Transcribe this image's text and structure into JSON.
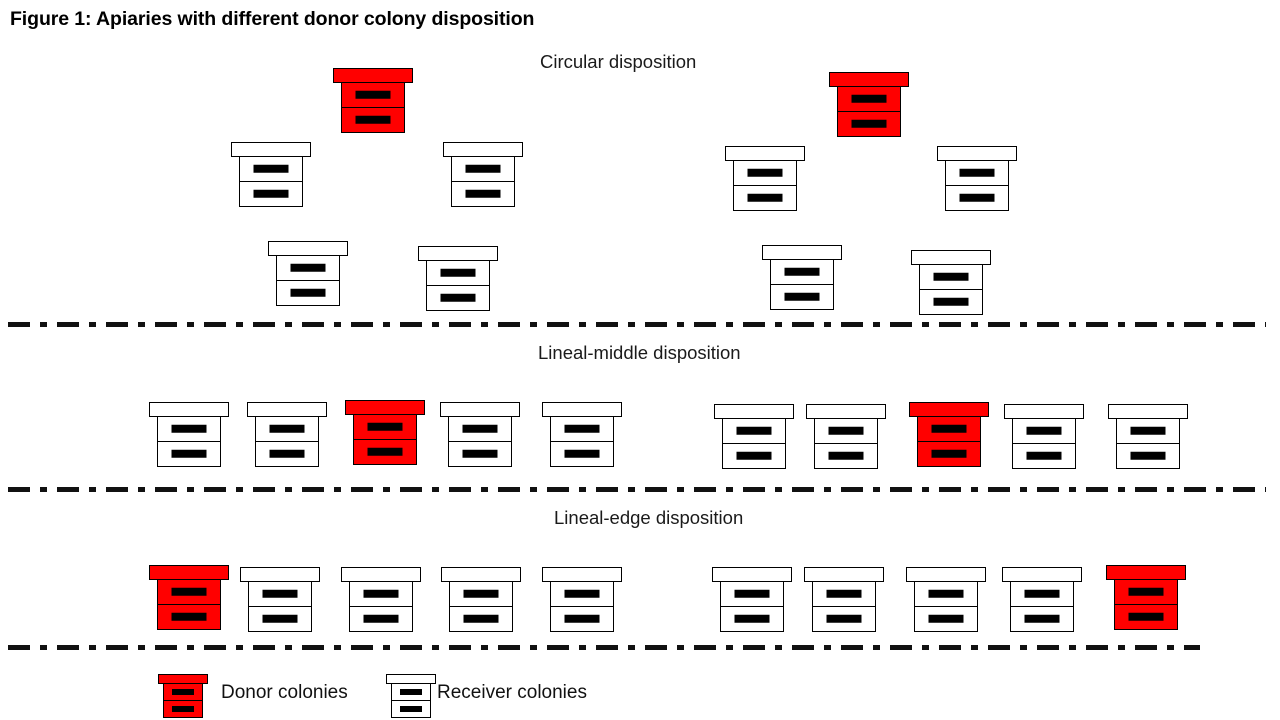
{
  "figure": {
    "title": "Figure 1: Apiaries with different donor colony disposition",
    "background": "#ffffff",
    "donor_color": "#FF0000",
    "receiver_color": "#FFFFFF",
    "outline_color": "#000000"
  },
  "sections": [
    {
      "id": "circular",
      "label": "Circular disposition"
    },
    {
      "id": "lineal-middle",
      "label": "Lineal-middle disposition"
    },
    {
      "id": "lineal-edge",
      "label": "Lineal-edge disposition"
    }
  ],
  "legend": {
    "donor_label": "Donor colonies",
    "receiver_label": "Receiver colonies"
  },
  "chart_data": {
    "type": "diagram",
    "title": "Figure 1: Apiaries with different donor colony disposition",
    "legend": [
      "Donor colonies",
      "Receiver colonies"
    ],
    "groups": [
      {
        "section": "Circular disposition",
        "apiaries": [
          {
            "side": "left",
            "hives": [
              {
                "type": "donor",
                "row": "top",
                "index": 1
              },
              {
                "type": "receiver",
                "row": "middle",
                "index": 2
              },
              {
                "type": "receiver",
                "row": "middle",
                "index": 3
              },
              {
                "type": "receiver",
                "row": "bottom",
                "index": 4
              },
              {
                "type": "receiver",
                "row": "bottom",
                "index": 5
              }
            ]
          },
          {
            "side": "right",
            "hives": [
              {
                "type": "donor",
                "row": "top",
                "index": 1
              },
              {
                "type": "receiver",
                "row": "middle",
                "index": 2
              },
              {
                "type": "receiver",
                "row": "middle",
                "index": 3
              },
              {
                "type": "receiver",
                "row": "bottom",
                "index": 4
              },
              {
                "type": "receiver",
                "row": "bottom",
                "index": 5
              }
            ]
          }
        ]
      },
      {
        "section": "Lineal-middle disposition",
        "apiaries": [
          {
            "side": "left",
            "hives": [
              {
                "type": "receiver",
                "index": 1
              },
              {
                "type": "receiver",
                "index": 2
              },
              {
                "type": "donor",
                "index": 3
              },
              {
                "type": "receiver",
                "index": 4
              },
              {
                "type": "receiver",
                "index": 5
              }
            ]
          },
          {
            "side": "right",
            "hives": [
              {
                "type": "receiver",
                "index": 1
              },
              {
                "type": "receiver",
                "index": 2
              },
              {
                "type": "donor",
                "index": 3
              },
              {
                "type": "receiver",
                "index": 4
              },
              {
                "type": "receiver",
                "index": 5
              }
            ]
          }
        ]
      },
      {
        "section": "Lineal-edge disposition",
        "apiaries": [
          {
            "side": "left",
            "hives": [
              {
                "type": "donor",
                "index": 1
              },
              {
                "type": "receiver",
                "index": 2
              },
              {
                "type": "receiver",
                "index": 3
              },
              {
                "type": "receiver",
                "index": 4
              },
              {
                "type": "receiver",
                "index": 5
              }
            ]
          },
          {
            "side": "right",
            "hives": [
              {
                "type": "receiver",
                "index": 1
              },
              {
                "type": "receiver",
                "index": 2
              },
              {
                "type": "receiver",
                "index": 3
              },
              {
                "type": "receiver",
                "index": 4
              },
              {
                "type": "donor",
                "index": 5
              }
            ]
          }
        ]
      }
    ],
    "counts": {
      "donors_per_apiary": 1,
      "receivers_per_apiary": 4,
      "apiaries_per_section": 2
    }
  }
}
